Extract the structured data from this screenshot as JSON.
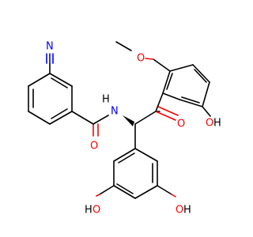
{
  "molecule": {
    "labels": {
      "nitrile_n": "N",
      "amide_nh_h": "H",
      "amide_nh_n": "N",
      "amide_o": "O",
      "ketone_o": "O",
      "methoxy_o": "O",
      "phenol_top_o": "O",
      "phenol_top_h": "H",
      "phenol_left_h": "H",
      "phenol_left_o": "O",
      "phenol_right_h": "H",
      "phenol_right_o": "O"
    },
    "colors": {
      "carbon": "#000000",
      "nitrogen": "#0000ff",
      "oxygen": "#ff0000",
      "hydrogen": "#000000"
    }
  }
}
